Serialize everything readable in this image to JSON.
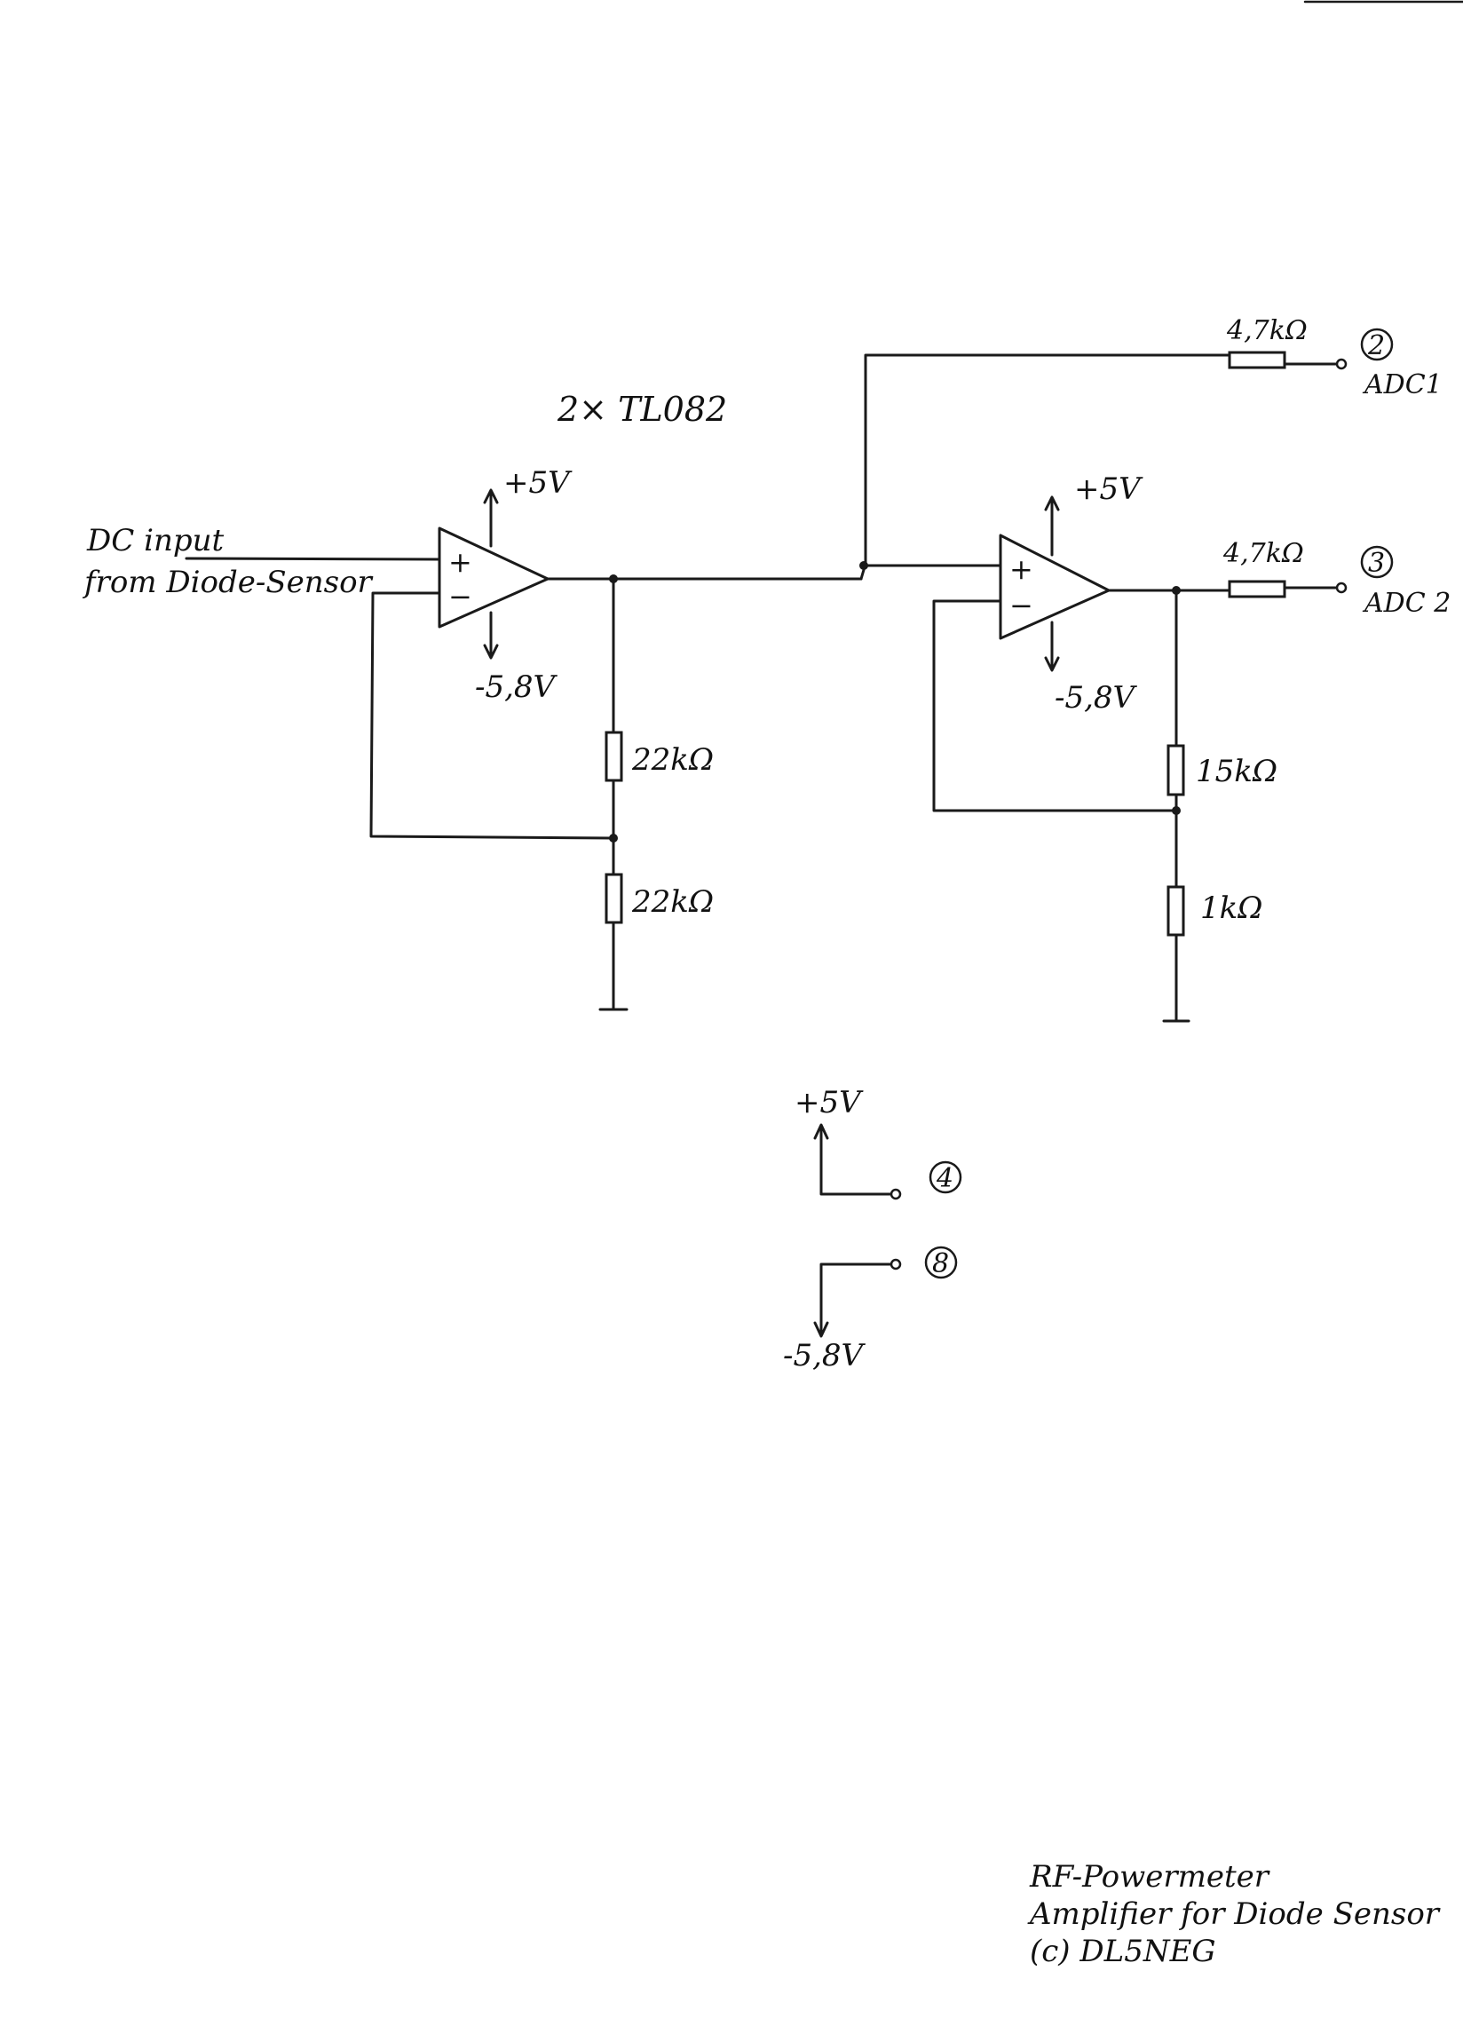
{
  "ic_label": "2× TL082",
  "input_label": [
    "DC input",
    "from Diode-Sensor"
  ],
  "opamp1": {
    "plus": "+",
    "minus": "−",
    "vpos": "+5V",
    "vneg": "-5,8V"
  },
  "opamp2": {
    "plus": "+",
    "minus": "−",
    "vpos": "+5V",
    "vneg": "-5,8V"
  },
  "resistors": {
    "r_adc1": "4,7kΩ",
    "r_adc2": "4,7kΩ",
    "r_fb1_top": "22kΩ",
    "r_fb1_bottom": "22kΩ",
    "r_fb2_top": "15kΩ",
    "r_fb2_bottom": "1kΩ"
  },
  "outputs": {
    "adc1_pin": "2",
    "adc1_label": "ADC1",
    "adc2_pin": "3",
    "adc2_label": "ADC 2"
  },
  "supply": {
    "pos_label": "+5V",
    "pos_pin": "4",
    "neg_label": "-5,8V",
    "neg_pin": "8"
  },
  "title_block": [
    "RF-Powermeter",
    "Amplifier for Diode Sensor",
    "(c) DL5NEG"
  ]
}
